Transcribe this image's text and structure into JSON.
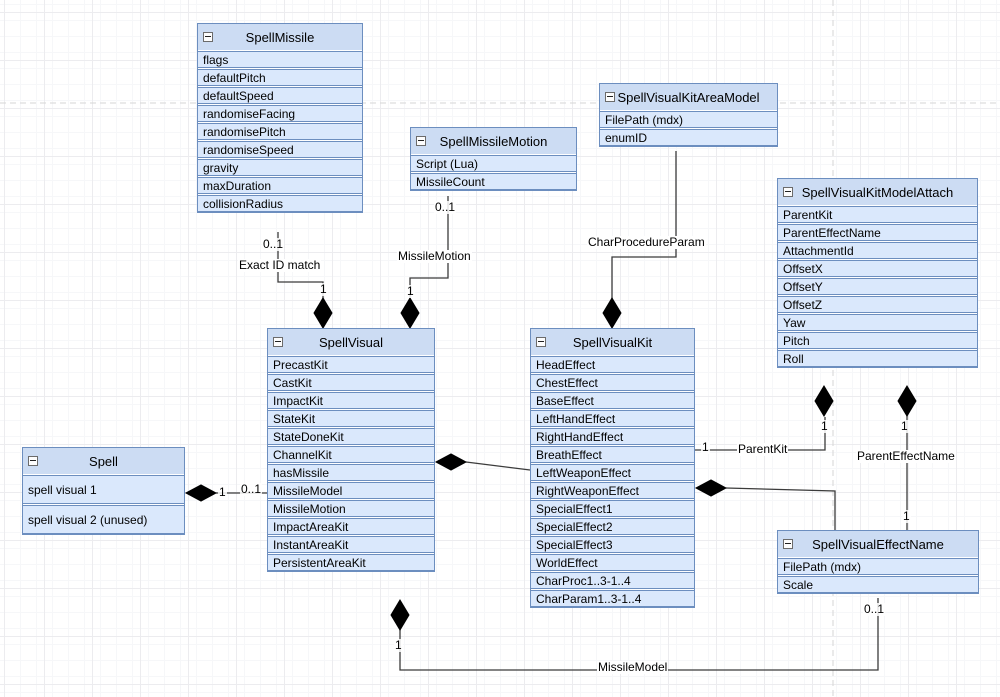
{
  "diagram": {
    "classes": {
      "spellMissile": {
        "title": "SpellMissile",
        "attributes": [
          "flags",
          "defaultPitch",
          "defaultSpeed",
          "randomiseFacing",
          "randomisePitch",
          "randomiseSpeed",
          "gravity",
          "maxDuration",
          "collisionRadius"
        ]
      },
      "spellMissileMotion": {
        "title": "SpellMissileMotion",
        "attributes": [
          "Script (Lua)",
          "MissileCount"
        ]
      },
      "spellVisualKitAreaModel": {
        "title": "SpellVisualKitAreaModel",
        "attributes": [
          "FilePath (mdx)",
          "enumID"
        ]
      },
      "spellVisualKitModelAttach": {
        "title": "SpellVisualKitModelAttach",
        "attributes": [
          "ParentKit",
          "ParentEffectName",
          "AttachmentId",
          "OffsetX",
          "OffsetY",
          "OffsetZ",
          "Yaw",
          "Pitch",
          "Roll"
        ]
      },
      "spellVisual": {
        "title": "SpellVisual",
        "attributes": [
          "PrecastKit",
          "CastKit",
          "ImpactKit",
          "StateKit",
          "StateDoneKit",
          "ChannelKit",
          "hasMissile",
          "MissileModel",
          "MissileMotion",
          "ImpactAreaKit",
          "InstantAreaKit",
          "PersistentAreaKit"
        ]
      },
      "spellVisualKit": {
        "title": "SpellVisualKit",
        "attributes": [
          "HeadEffect",
          "ChestEffect",
          "BaseEffect",
          "LeftHandEffect",
          "RightHandEffect",
          "BreathEffect",
          "LeftWeaponEffect",
          "RightWeaponEffect",
          "SpecialEffect1",
          "SpecialEffect2",
          "SpecialEffect3",
          "WorldEffect",
          "CharProc1..3-1..4",
          "CharParam1..3-1..4"
        ]
      },
      "spell": {
        "title": "Spell",
        "attributes": [
          "spell visual 1",
          "spell visual 2 (unused)"
        ]
      },
      "spellVisualEffectName": {
        "title": "SpellVisualEffectName",
        "attributes": [
          "FilePath (mdx)",
          "Scale"
        ]
      }
    },
    "edge_labels": {
      "exactIdMatch": {
        "text": "Exact ID match",
        "source": "0..1",
        "target": "1"
      },
      "missileMotion": {
        "text": "MissileMotion",
        "source": "0..1",
        "target": "1"
      },
      "charProcedureParam": {
        "text": "CharProcedureParam"
      },
      "spellToVisual": {
        "source": "1",
        "target": "0..1"
      },
      "parentKit": {
        "text": "ParentKit",
        "source": "1",
        "target": "1"
      },
      "parentEffectName": {
        "text": "ParentEffectName",
        "source": "1",
        "target": "1"
      },
      "missileModel": {
        "text": "MissileModel",
        "source": "1",
        "target": "0..1"
      }
    },
    "colors": {
      "node_fill": "#dae8fc",
      "node_header_fill": "#ccdcf3",
      "node_stroke": "#6c8ebf",
      "edge_stroke": "#3b3b3b",
      "diamond_fill": "#000000"
    }
  }
}
